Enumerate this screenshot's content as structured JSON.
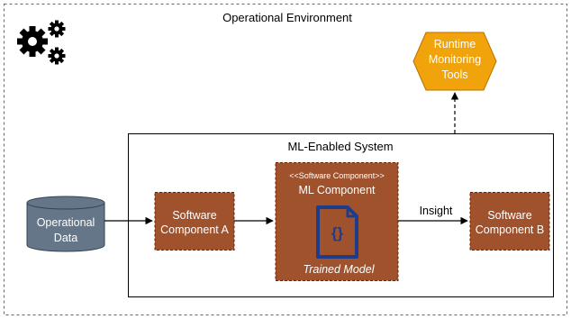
{
  "environment": {
    "title": "Operational Environment"
  },
  "system": {
    "title": "ML-Enabled System"
  },
  "monitoring": {
    "line1": "Runtime",
    "line2": "Monitoring",
    "line3": "Tools"
  },
  "data_store": {
    "line1": "Operational",
    "line2": "Data"
  },
  "component_a": {
    "line1": "Software",
    "line2": "Component A"
  },
  "ml_component": {
    "stereotype": "<<Software Component>>",
    "title": "ML Component",
    "model_label": "Trained Model",
    "icon": "json-file-icon"
  },
  "component_b": {
    "line1": "Software",
    "line2": "Component B"
  },
  "insight_label": "Insight",
  "gears_icon": "gears-icon",
  "colors": {
    "component_fill": "#a0522d",
    "component_border": "#6d1f00",
    "monitor_fill": "#f0a30a",
    "monitor_border": "#bd7000",
    "datastore_fill": "#647687",
    "datastore_border": "#314354",
    "icon_blue": "#1f3c88"
  }
}
